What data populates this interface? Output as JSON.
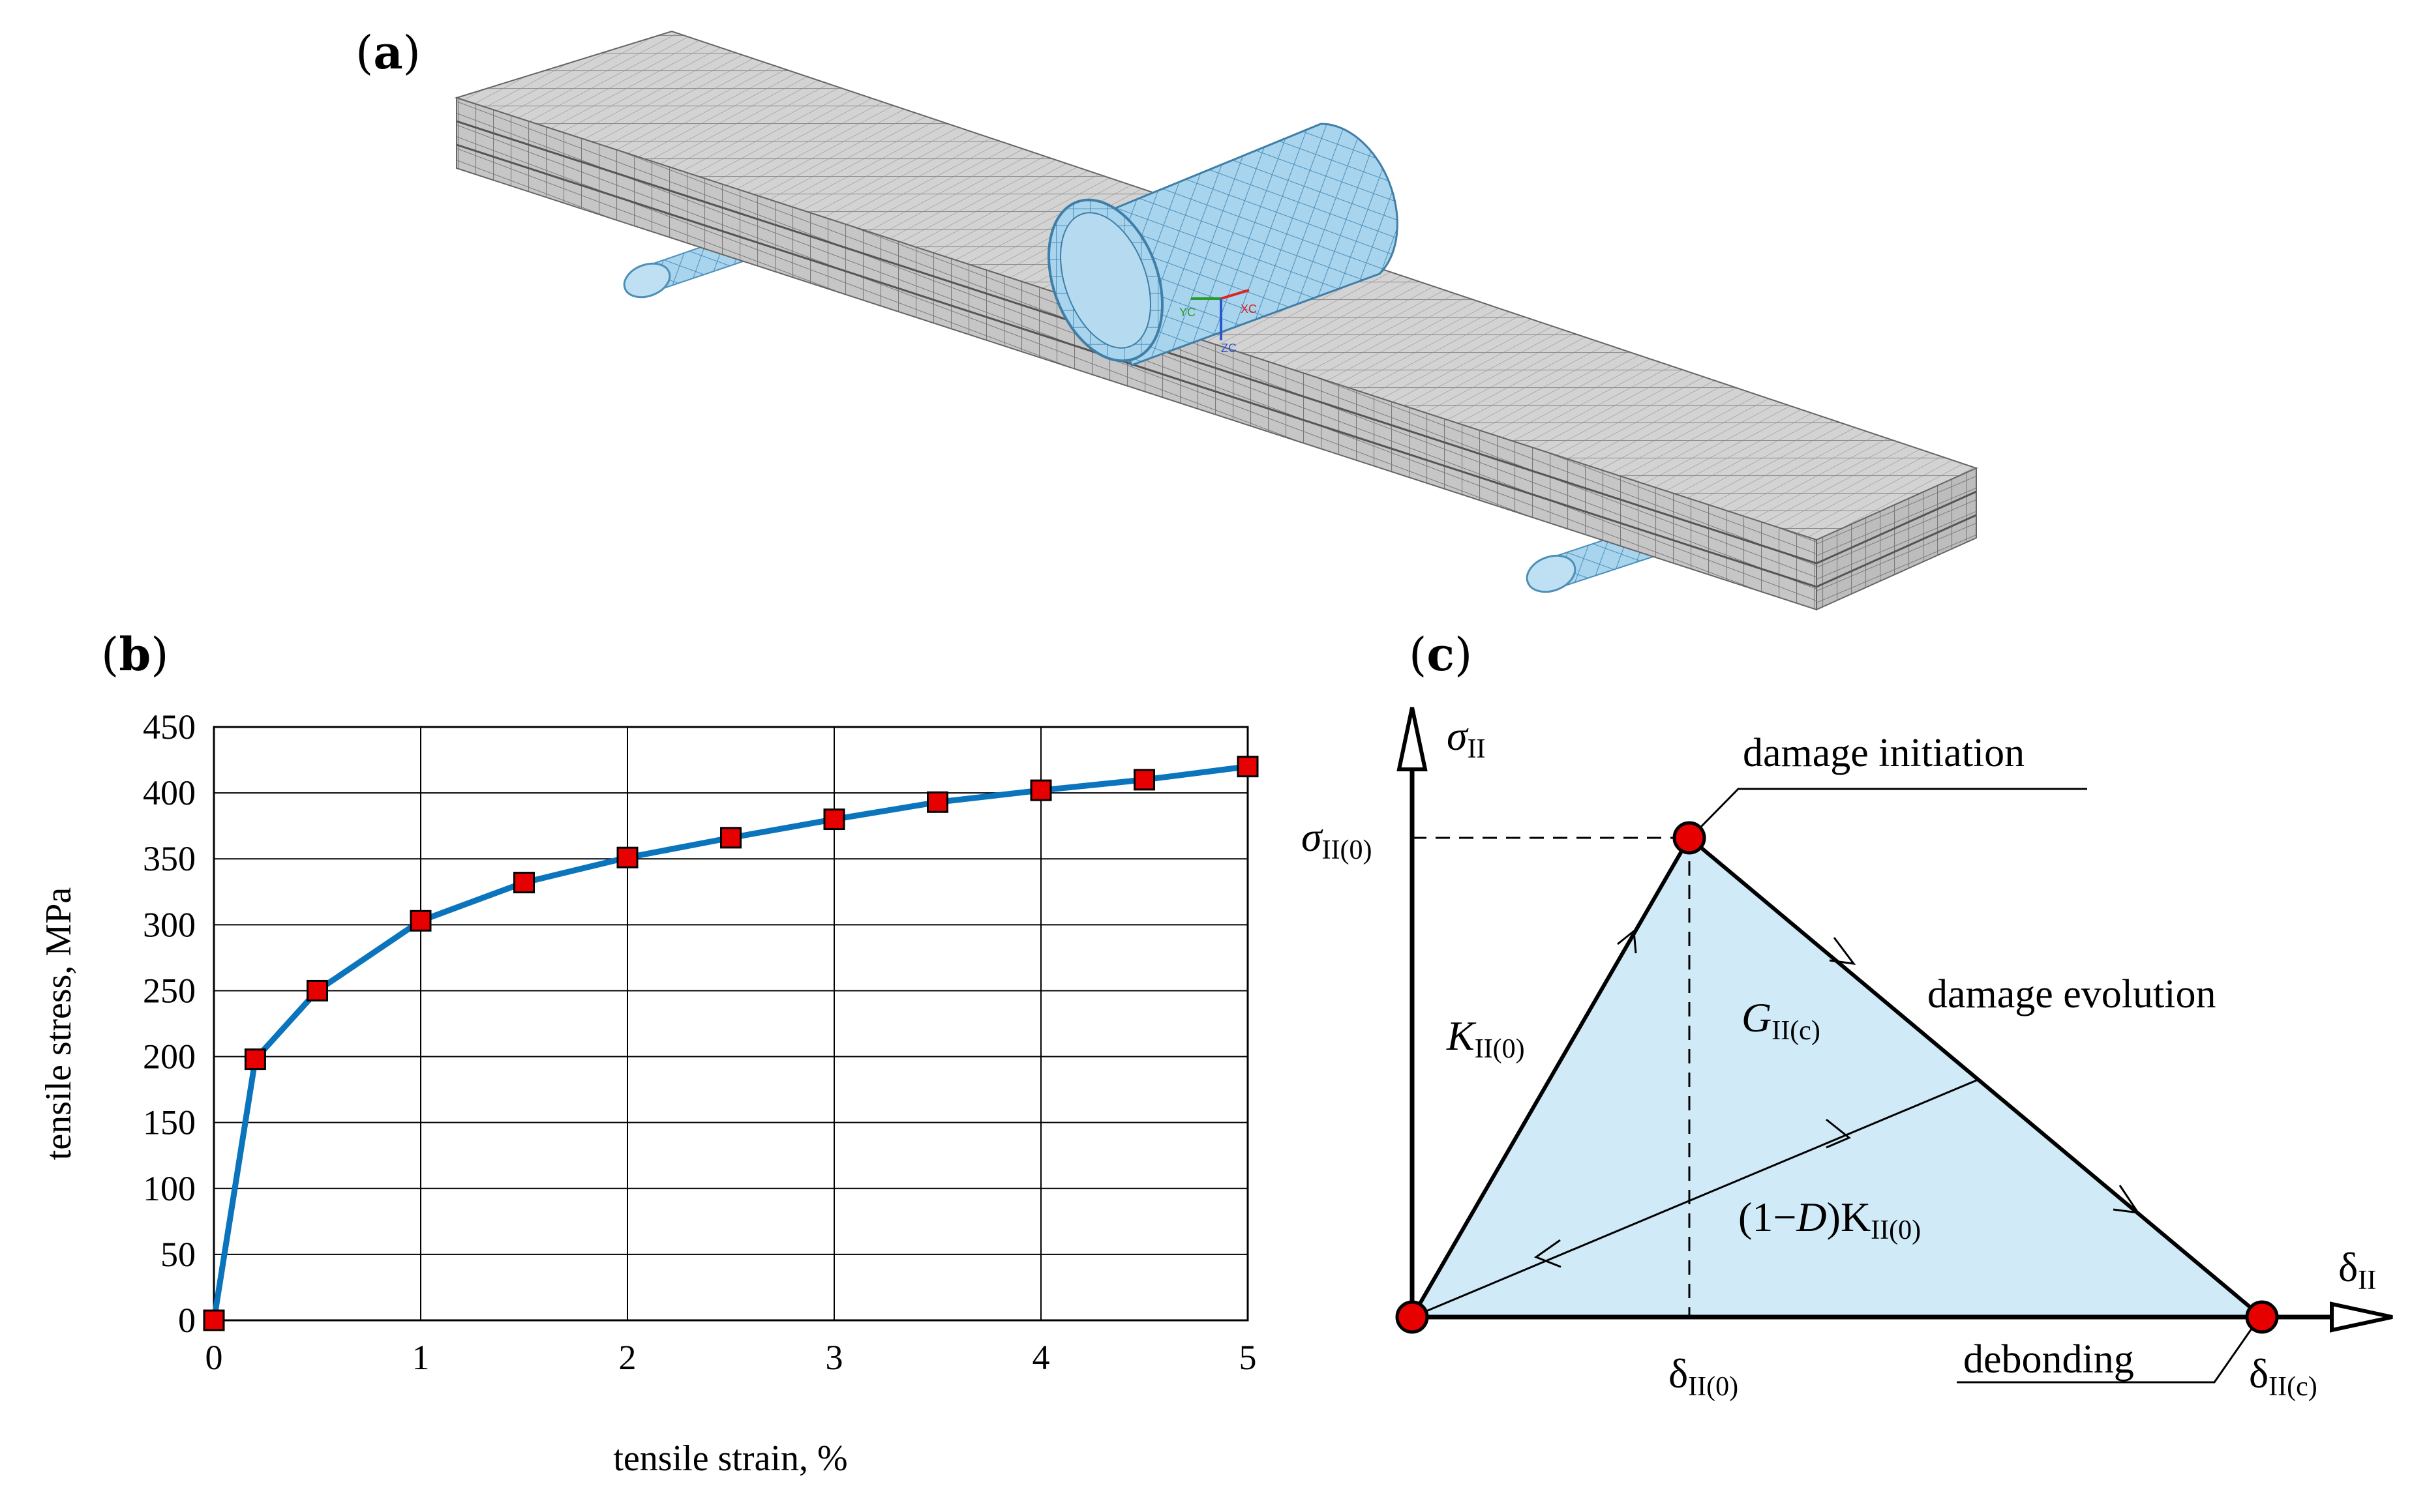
{
  "panels": {
    "a": {
      "letter": "a"
    },
    "b": {
      "letter": "b"
    },
    "c": {
      "letter": "c"
    }
  },
  "fe_model": {
    "mesh_color": "#cfcfcf",
    "cylinder_color": "#a8d4ee",
    "triad_labels": {
      "x": "XC",
      "y": "YC",
      "z": "ZC"
    }
  },
  "chart_data": {
    "type": "line",
    "xlabel": "tensile strain, %",
    "ylabel": "tensile stress, MPa",
    "xlim": [
      0,
      5
    ],
    "ylim": [
      0,
      450
    ],
    "xticks": [
      "0",
      "1",
      "2",
      "3",
      "4",
      "5"
    ],
    "yticks": [
      "0",
      "50",
      "100",
      "150",
      "200",
      "250",
      "300",
      "350",
      "400",
      "450"
    ],
    "grid": true,
    "line_color": "#0a74bd",
    "marker_color": "#e60000",
    "marker": "square",
    "x": [
      0,
      0.2,
      0.5,
      1.0,
      1.5,
      2.0,
      2.5,
      3.0,
      3.5,
      4.0,
      4.5,
      5.0
    ],
    "y": [
      0,
      198,
      250,
      303,
      332,
      351,
      366,
      380,
      393,
      402,
      410,
      420
    ]
  },
  "traction_separation": {
    "fill_color": "#d0eaf8",
    "point_color": "#e60000",
    "annotations": {
      "initiation": "damage initiation",
      "evolution": "damage evolution",
      "debonding": "debonding"
    },
    "symbols": {
      "sigma_axis": {
        "base": "σ",
        "sub": "II"
      },
      "delta_axis": {
        "base": "δ",
        "sub": "II"
      },
      "sigma0": {
        "base": "σ",
        "sub": "II(0)"
      },
      "delta0": {
        "base": "δ",
        "sub": "II(0)"
      },
      "deltac": {
        "base": "δ",
        "sub": "II(c)"
      },
      "K0": {
        "base": "K",
        "sub": "II(0)"
      },
      "Gc": {
        "base": "G",
        "sub": "II(c)"
      },
      "reduced_stiffness": {
        "prefix": "(1−",
        "D": "D",
        "mid": ")K",
        "sub": "II(0)"
      }
    }
  }
}
